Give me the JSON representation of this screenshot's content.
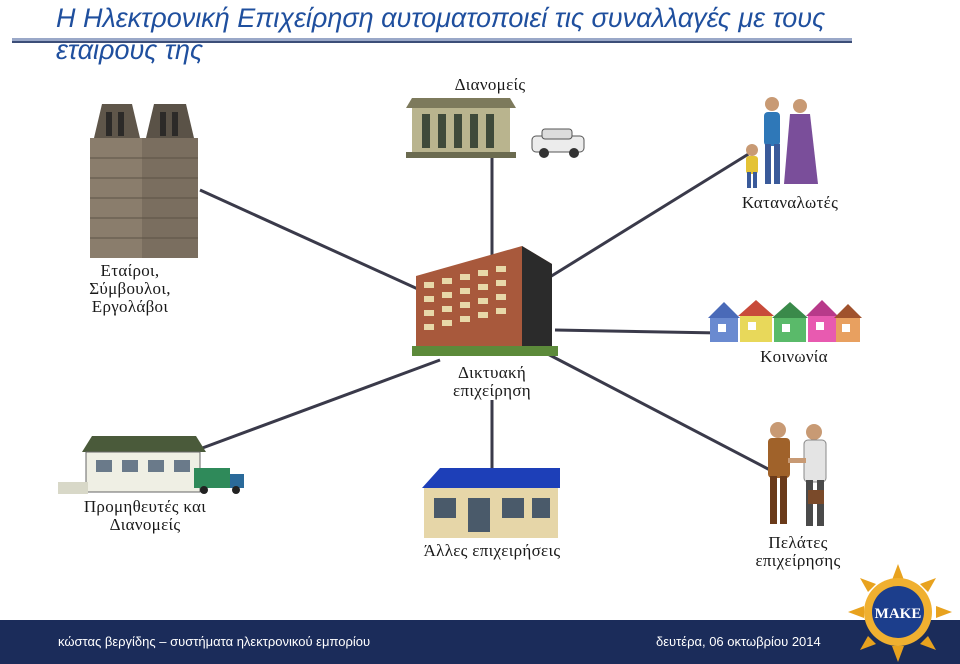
{
  "title": "Η Ηλεκτρονική Επιχείρηση αυτοματοποιεί τις συναλλαγές με τους εταίρους της",
  "nodes": {
    "center": "Δικτυακή επιχείρηση",
    "distributors": "Διανομείς",
    "consumers": "Καταναλωτές",
    "partners": "Εταίροι, Σύμβουλοι, Εργολάβοι",
    "community": "Κοινωνία",
    "suppliers": "Προμηθευτές και Διανομείς",
    "other_businesses": "Άλλες επιχειρήσεις",
    "business_customers": "Πελάτες επιχείρησης"
  },
  "footer": {
    "left": "κώστας βεργίδης – συστήματα ηλεκτρονικού εμπορίου",
    "right": "δευτέρα, 06 οκτωβρίου 2014"
  },
  "logo_text": "ΜΑΚΕ",
  "colors": {
    "title": "#1f4f9e",
    "lines": "#3a3a4a",
    "footer_bg": "#1b2c5a"
  }
}
